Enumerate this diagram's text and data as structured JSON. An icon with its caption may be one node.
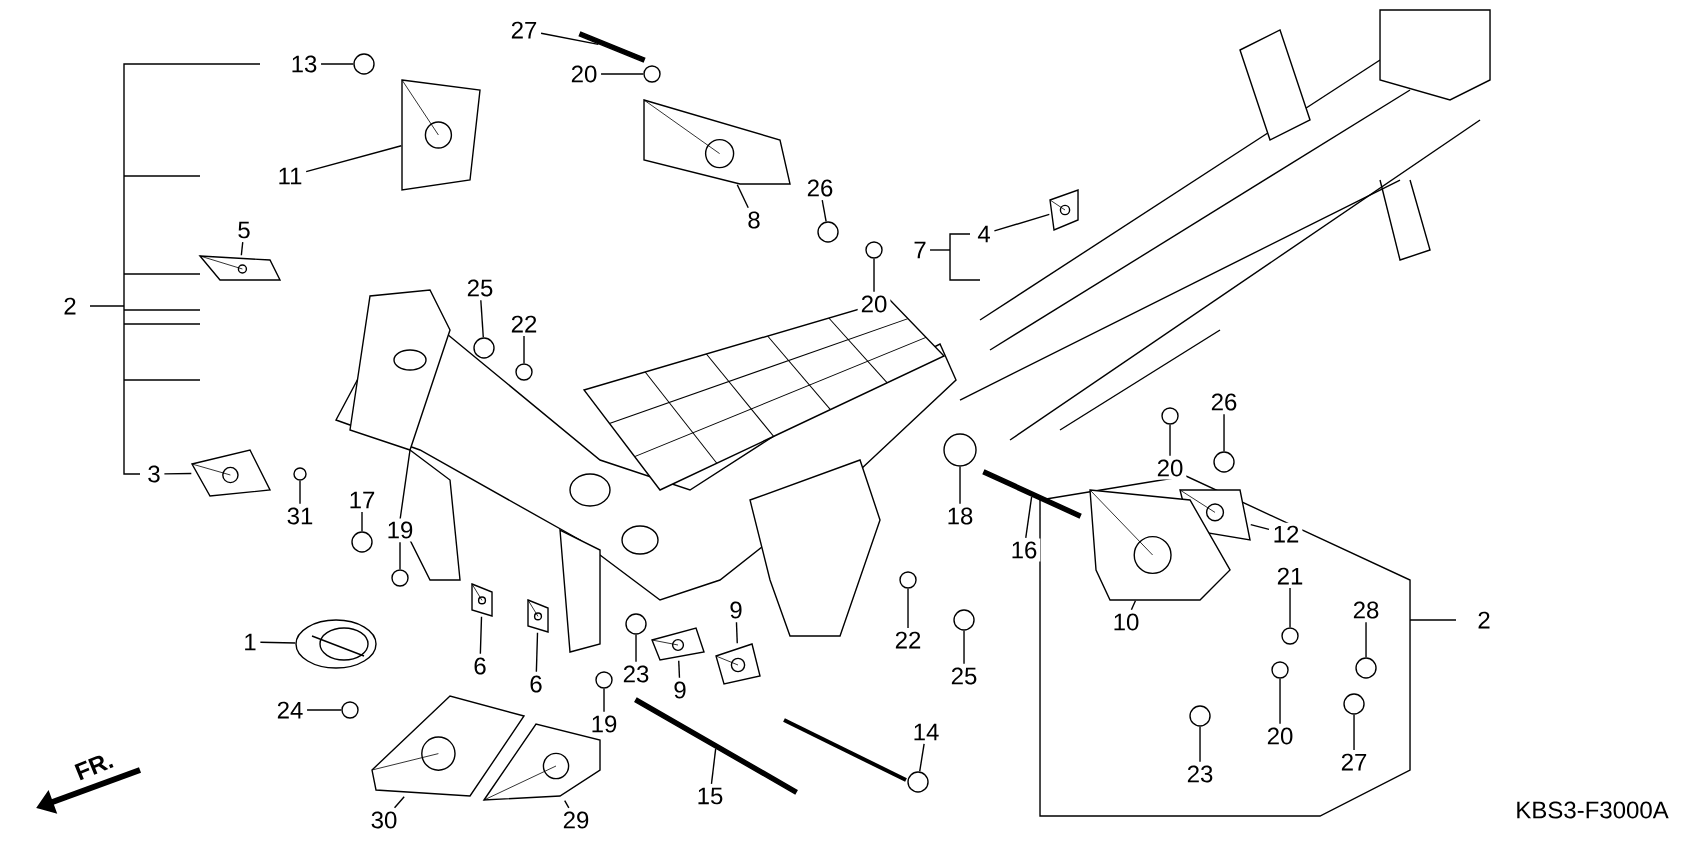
{
  "diagram": {
    "nodes": [
      {
        "text": [
          "27"
        ]
      },
      {
        "text": [
          "13"
        ]
      },
      {
        "text": [
          "20"
        ]
      },
      {
        "text": [
          "11"
        ]
      },
      {
        "text": [
          "26"
        ]
      },
      {
        "text": [
          "8"
        ]
      },
      {
        "text": [
          "5"
        ]
      },
      {
        "text": [
          "4"
        ]
      },
      {
        "text": [
          "25"
        ]
      },
      {
        "text": [
          "20"
        ]
      },
      {
        "text": [
          "22"
        ]
      },
      {
        "text": [
          "26"
        ]
      },
      {
        "text": [
          "20"
        ]
      },
      {
        "text": [
          "3"
        ]
      },
      {
        "text": [
          "17"
        ]
      },
      {
        "text": [
          "31"
        ]
      },
      {
        "text": [
          "18"
        ]
      },
      {
        "text": [
          "19"
        ]
      },
      {
        "text": [
          "12"
        ]
      },
      {
        "text": [
          "16"
        ]
      },
      {
        "text": [
          "21"
        ]
      },
      {
        "text": [
          "28"
        ]
      },
      {
        "text": [
          "10"
        ]
      },
      {
        "text": [
          "1"
        ]
      },
      {
        "text": [
          "22"
        ]
      },
      {
        "text": [
          "6"
        ]
      },
      {
        "text": [
          "9"
        ]
      },
      {
        "text": [
          "23"
        ]
      },
      {
        "text": [
          "6"
        ]
      },
      {
        "text": [
          "25"
        ]
      },
      {
        "text": [
          "9"
        ]
      },
      {
        "text": [
          "24"
        ]
      },
      {
        "text": [
          "19"
        ]
      },
      {
        "text": [
          "14"
        ]
      },
      {
        "text": [
          "20"
        ]
      },
      {
        "text": [
          "27"
        ]
      },
      {
        "text": [
          "23"
        ]
      },
      {
        "text": [
          "15"
        ]
      },
      {
        "text": [
          "30"
        ]
      },
      {
        "text": [
          "29"
        ]
      },
      {
        "text": [],
        "shape": "bar"
      },
      {
        "text": [],
        "shape": "circle"
      },
      {
        "text": [],
        "shape": "circle"
      },
      {
        "text": [],
        "shape": "picture"
      },
      {
        "text": [],
        "shape": "circle"
      },
      {
        "text": [],
        "shape": "picture"
      },
      {
        "text": [],
        "shape": "picture"
      },
      {
        "text": [],
        "shape": "picture"
      },
      {
        "text": [],
        "shape": "circle"
      },
      {
        "text": [],
        "shape": "circle"
      },
      {
        "text": [],
        "shape": "circle"
      },
      {
        "text": [],
        "shape": "circle"
      },
      {
        "text": [],
        "shape": "circle"
      },
      {
        "text": [],
        "shape": "picture"
      },
      {
        "text": [],
        "shape": "circle"
      },
      {
        "text": [],
        "shape": "circle"
      },
      {
        "text": [],
        "shape": "circle"
      },
      {
        "text": [],
        "shape": "circle"
      },
      {
        "text": [],
        "shape": "picture"
      },
      {
        "text": [],
        "shape": "bar"
      },
      {
        "text": [],
        "shape": "circle"
      },
      {
        "text": [],
        "shape": "circle"
      },
      {
        "text": [],
        "shape": "picture"
      },
      {
        "text": [],
        "shape": "picture"
      },
      {
        "text": [],
        "shape": "circle"
      },
      {
        "text": [],
        "shape": "picture"
      },
      {
        "text": [],
        "shape": "picture"
      },
      {
        "text": [],
        "shape": "circle"
      },
      {
        "text": [],
        "shape": "picture"
      },
      {
        "text": [],
        "shape": "circle"
      },
      {
        "text": [],
        "shape": "picture"
      },
      {
        "text": [],
        "shape": "circle"
      },
      {
        "text": [],
        "shape": "circle"
      },
      {
        "text": [],
        "shape": "circle"
      },
      {
        "text": [],
        "shape": "circle"
      },
      {
        "text": [],
        "shape": "circle"
      },
      {
        "text": [],
        "shape": "circle"
      },
      {
        "text": [],
        "shape": "bar"
      },
      {
        "text": [],
        "shape": "picture"
      },
      {
        "text": [],
        "shape": "picture"
      }
    ],
    "edges": [
      {
        "from": 0,
        "to": 40,
        "arrow": "none"
      },
      {
        "from": 1,
        "to": 41,
        "arrow": "none"
      },
      {
        "from": 2,
        "to": 42,
        "arrow": "none"
      },
      {
        "from": 3,
        "to": 43,
        "arrow": "none"
      },
      {
        "from": 4,
        "to": 44,
        "arrow": "none"
      },
      {
        "from": 5,
        "to": 45,
        "arrow": "none"
      },
      {
        "from": 6,
        "to": 46,
        "arrow": "none"
      },
      {
        "from": 7,
        "to": 47,
        "arrow": "none"
      },
      {
        "from": 8,
        "to": 48,
        "arrow": "none"
      },
      {
        "from": 9,
        "to": 49,
        "arrow": "none"
      },
      {
        "from": 10,
        "to": 50,
        "arrow": "none"
      },
      {
        "from": 11,
        "to": 51,
        "arrow": "none"
      },
      {
        "from": 12,
        "to": 52,
        "arrow": "none"
      },
      {
        "from": 13,
        "to": 53,
        "arrow": "none"
      },
      {
        "from": 14,
        "to": 54,
        "arrow": "none"
      },
      {
        "from": 15,
        "to": 55,
        "arrow": "none"
      },
      {
        "from": 16,
        "to": 56,
        "arrow": "none"
      },
      {
        "from": 17,
        "to": 57,
        "arrow": "none"
      },
      {
        "from": 18,
        "to": 58,
        "arrow": "none"
      },
      {
        "from": 19,
        "to": 59,
        "arrow": "none"
      },
      {
        "from": 20,
        "to": 60,
        "arrow": "none"
      },
      {
        "from": 21,
        "to": 61,
        "arrow": "none"
      },
      {
        "from": 22,
        "to": 62,
        "arrow": "none"
      },
      {
        "from": 23,
        "to": 63,
        "arrow": "none"
      },
      {
        "from": 24,
        "to": 64,
        "arrow": "none"
      },
      {
        "from": 25,
        "to": 65,
        "arrow": "none"
      },
      {
        "from": 26,
        "to": 66,
        "arrow": "none"
      },
      {
        "from": 27,
        "to": 67,
        "arrow": "none"
      },
      {
        "from": 28,
        "to": 68,
        "arrow": "none"
      },
      {
        "from": 29,
        "to": 69,
        "arrow": "none"
      },
      {
        "from": 30,
        "to": 70,
        "arrow": "none"
      },
      {
        "from": 31,
        "to": 71,
        "arrow": "none"
      },
      {
        "from": 32,
        "to": 72,
        "arrow": "none"
      },
      {
        "from": 33,
        "to": 73,
        "arrow": "none"
      },
      {
        "from": 34,
        "to": 74,
        "arrow": "none"
      },
      {
        "from": 35,
        "to": 75,
        "arrow": "none"
      },
      {
        "from": 36,
        "to": 76,
        "arrow": "none"
      },
      {
        "from": 37,
        "to": 77,
        "arrow": "none"
      },
      {
        "from": 38,
        "to": 78,
        "arrow": "none"
      },
      {
        "from": 39,
        "to": 79,
        "arrow": "none"
      }
    ],
    "labels": [
      "2",
      "7",
      "2",
      "FR.",
      "KBS3-F3000A"
    ]
  }
}
